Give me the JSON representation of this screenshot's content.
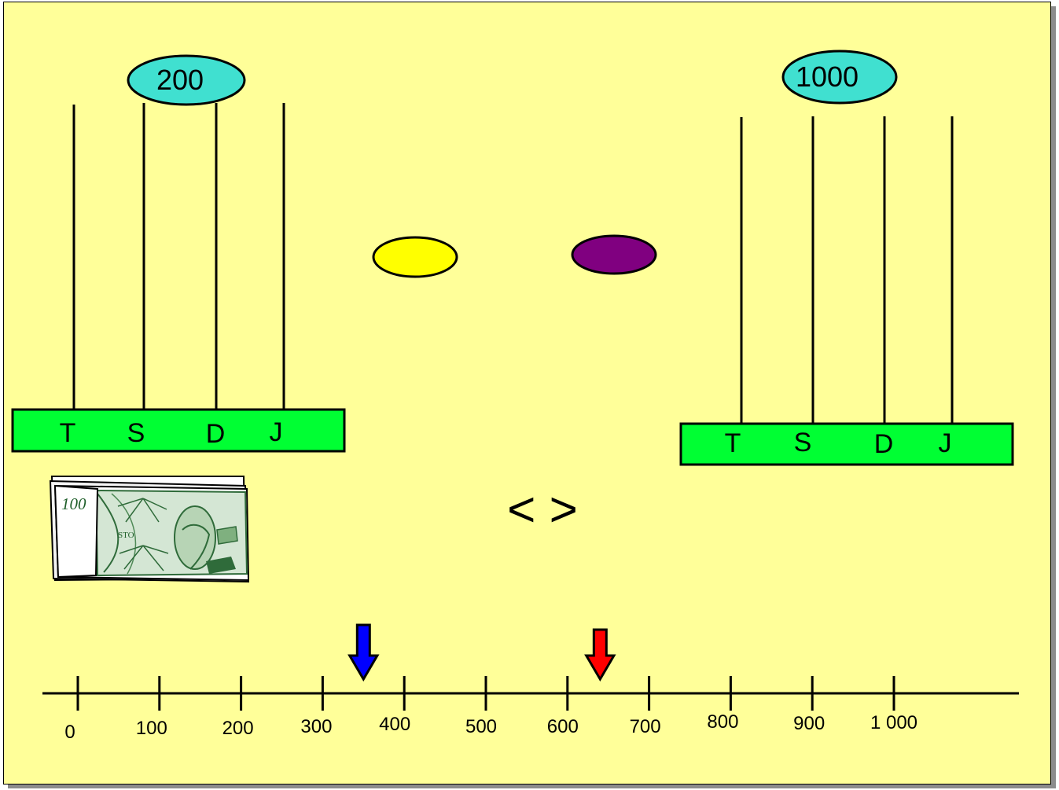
{
  "abacus_left": {
    "value_label": "200",
    "place_labels": [
      "T",
      "S",
      "D",
      "J"
    ]
  },
  "abacus_right": {
    "value_label": "1000",
    "place_labels": [
      "T",
      "S",
      "D",
      "J"
    ]
  },
  "comparison_symbols": "< >",
  "bill": {
    "denomination": "100",
    "word": "STO"
  },
  "number_line": {
    "tick_labels": [
      "0",
      "100",
      "200",
      "300",
      "400",
      "500",
      "600",
      "700",
      "800",
      "900",
      "1 000"
    ],
    "blue_arrow_value": 350,
    "red_arrow_value": 640
  },
  "colors": {
    "background": "#ffff99",
    "base_green": "#00ff33",
    "value_oval": "#40e0d0",
    "yellow_bead": "#ffff00",
    "purple_bead": "#800080",
    "blue_arrow": "#0000ff",
    "red_arrow": "#ff0000"
  }
}
